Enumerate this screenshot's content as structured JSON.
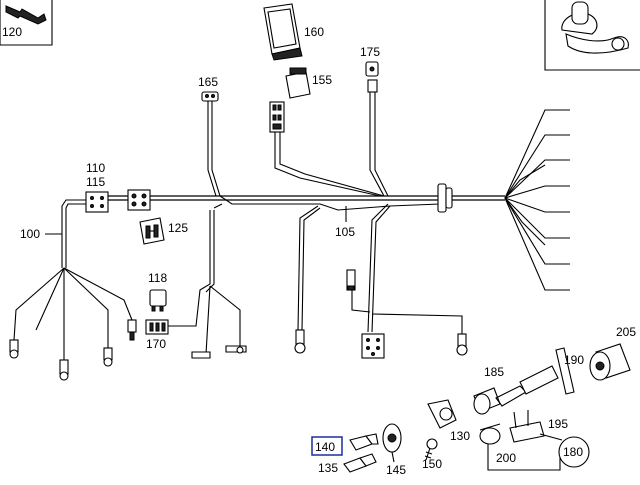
{
  "labels": {
    "p100": "100",
    "p105": "105",
    "p110": "110",
    "p115": "115",
    "p118": "118",
    "p120": "120",
    "p125": "125",
    "p130": "130",
    "p135": "135",
    "p140": "140",
    "p145": "145",
    "p150": "150",
    "p155": "155",
    "p160": "160",
    "p165": "165",
    "p170": "170",
    "p175": "175",
    "p180": "180",
    "p185": "185",
    "p190": "190",
    "p195": "195",
    "p200": "200",
    "p205": "205"
  },
  "colors": {
    "line": "#000000",
    "highlight": "#1a2fa0",
    "background": "#ffffff"
  }
}
